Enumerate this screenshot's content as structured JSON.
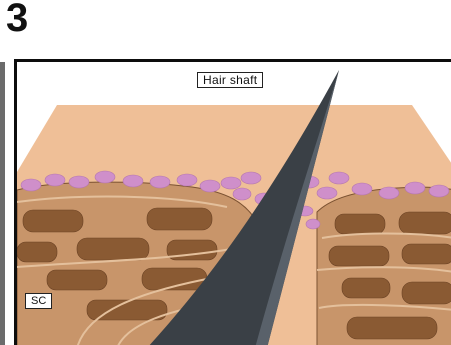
{
  "figure": {
    "panel_number": "3",
    "labels": {
      "hair_shaft": "Hair shaft",
      "sc": "SC"
    }
  },
  "colors": {
    "epidermis": "#efbf97",
    "lipid_vesicles": "#cf8fca",
    "corneocyte": "#b9875e",
    "corneocyte_core": "#8a5a33",
    "hair": "#3a4046",
    "hair_highlight": "#59616a"
  }
}
